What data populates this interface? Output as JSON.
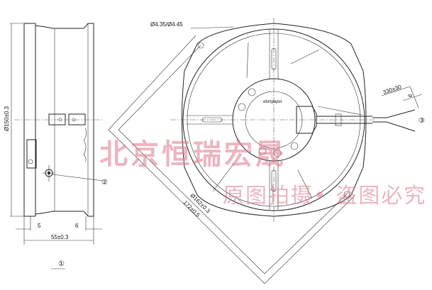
{
  "drawing": {
    "side_view": {
      "diameter_label": "Ø150±0.3",
      "dim_left": "5",
      "dim_right": "6",
      "width_label": "55±0.3",
      "callout_2": "②",
      "callout_1": "①"
    },
    "front_view": {
      "hole_label": "Ø4.35/Ø4.45",
      "brand": "ebmpapst",
      "bolt_circle_label": "Ø162±0.3",
      "diagonal_label": "172±0.5",
      "lead_length_label": "330±30",
      "strip_label": "6",
      "callout_3": "③"
    }
  },
  "watermark": {
    "line1": "北京恒瑞宏晟",
    "line2": "原图拍摄• 盗图必究"
  }
}
